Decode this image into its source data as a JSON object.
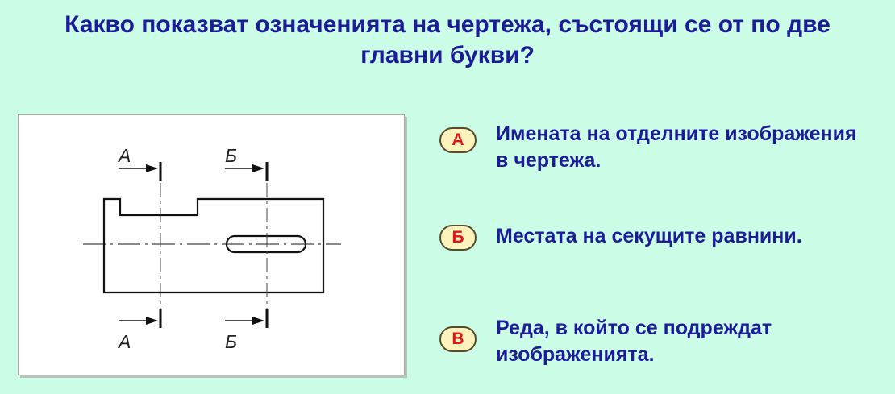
{
  "question": "Какво показват означенията на чертежа, състоящи се от по две главни букви?",
  "drawing": {
    "labels": {
      "top_a": "А",
      "top_b": "Б",
      "bottom_a": "А",
      "bottom_b": "Б"
    }
  },
  "options": [
    {
      "letter": "А",
      "text": "Имената на отделните изображения в чертежа."
    },
    {
      "letter": "Б",
      "text": "Местата на секущите равнини."
    },
    {
      "letter": "В",
      "text": "Реда, в който се подреждат изображенията."
    }
  ],
  "colors": {
    "background": "#ccfde6",
    "question_text": "#1c1c9a",
    "badge_fill": "#fdf3bd",
    "badge_letter": "#e31414"
  }
}
